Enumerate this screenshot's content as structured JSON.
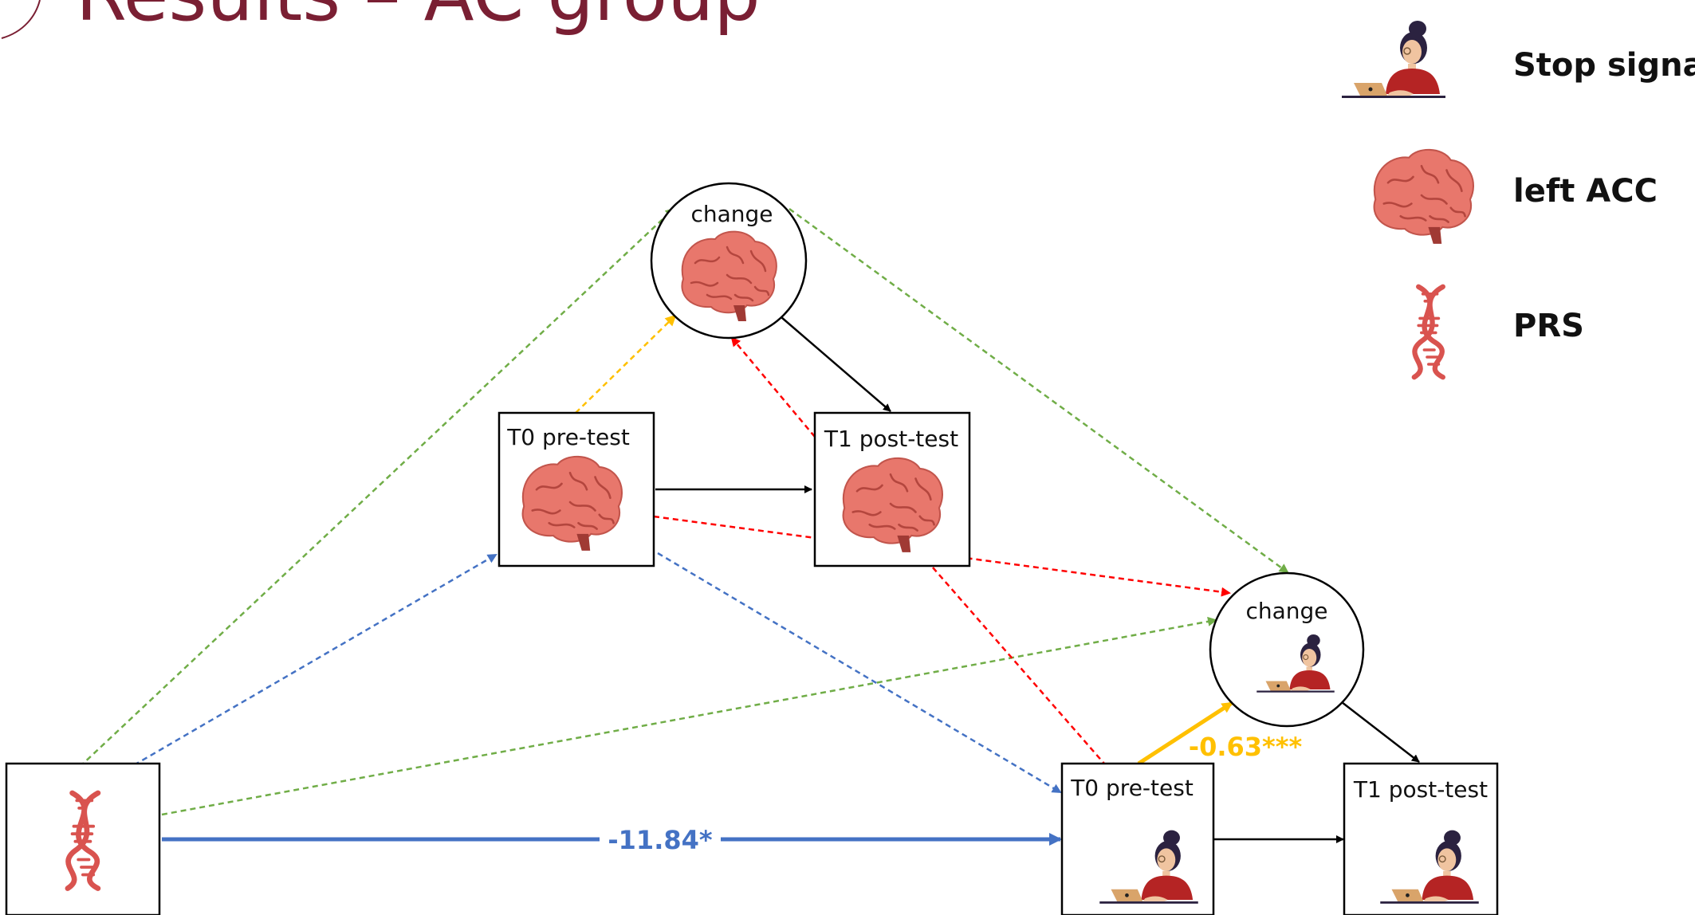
{
  "title": "Results – AC group",
  "legend": [
    {
      "label": "Stop signal",
      "icon": "person-laptop-icon"
    },
    {
      "label": "left ACC",
      "icon": "brain-icon"
    },
    {
      "label": "PRS",
      "icon": "dna-icon"
    }
  ],
  "nodes": {
    "brain_change": {
      "label": "change",
      "icon": "brain-icon"
    },
    "brain_t0": {
      "label": "T0 pre-test",
      "icon": "brain-icon"
    },
    "brain_t1": {
      "label": "T1 post-test",
      "icon": "brain-icon"
    },
    "ss_change": {
      "label": "change",
      "icon": "person-laptop-icon"
    },
    "ss_t0": {
      "label": "T0 pre-test",
      "icon": "person-laptop-icon"
    },
    "ss_t1": {
      "label": "T1 post-test",
      "icon": "person-laptop-icon"
    },
    "prs": {
      "label": "",
      "icon": "dna-icon"
    }
  },
  "coefficients": {
    "prs_to_ss_t0": "-11.84*",
    "ss_t0_to_ss_change": "-0.63***"
  },
  "colors": {
    "title": "#7a1f33",
    "black": "#000000",
    "green": "#70ad47",
    "blue": "#4472c4",
    "red": "#ff0000",
    "yellow": "#ffc000",
    "brain": "#e8776c",
    "dna": "#d9534f",
    "shirt": "#b52424",
    "laptop": "#d9a46a"
  }
}
